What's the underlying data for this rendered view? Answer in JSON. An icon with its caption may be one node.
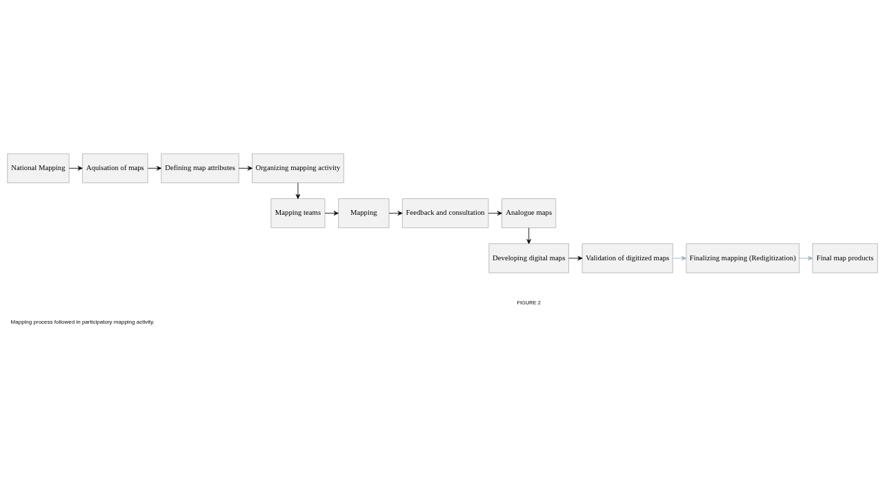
{
  "diagram": {
    "caption": "Mapping process followed in participatory mapping activity.",
    "nodes": [
      {
        "text": [
          "National Mapping"
        ]
      },
      {
        "text": [
          "Aquisation of maps"
        ]
      },
      {
        "text": [
          "Defining map attributes"
        ]
      },
      {
        "text": [
          "Organizing mapping activity"
        ]
      },
      {
        "text": [
          "Mapping teams"
        ]
      },
      {
        "text": [
          "Mapping"
        ]
      },
      {
        "text": [
          "Feedback and consultation"
        ]
      },
      {
        "text": [
          "Analogue maps"
        ]
      },
      {
        "text": [
          "Developing digital maps"
        ]
      },
      {
        "text": [
          "Validation of digitized maps"
        ]
      },
      {
        "text": [
          "Finalizing mapping (Redigitization)"
        ]
      },
      {
        "text": [
          "Final map products"
        ]
      }
    ],
    "edges": [
      {
        "from": 0,
        "to": 1,
        "arrow": "to"
      },
      {
        "from": 1,
        "to": 2,
        "arrow": "to"
      },
      {
        "from": 2,
        "to": 3,
        "arrow": "to"
      },
      {
        "from": 3,
        "to": 4,
        "arrow": "to"
      },
      {
        "from": 4,
        "to": 5,
        "arrow": "to"
      },
      {
        "from": 5,
        "to": 6,
        "arrow": "to"
      },
      {
        "from": 6,
        "to": 7,
        "arrow": "to"
      },
      {
        "from": 7,
        "to": 8,
        "arrow": "to"
      },
      {
        "from": 8,
        "to": 9,
        "arrow": "to"
      },
      {
        "from": 9,
        "to": 10,
        "arrow": "to",
        "color": "#8fb3b8"
      },
      {
        "from": 10,
        "to": 11,
        "arrow": "to",
        "color": "#8fb3b8"
      }
    ],
    "labels": [
      "FIGURE 2"
    ]
  }
}
